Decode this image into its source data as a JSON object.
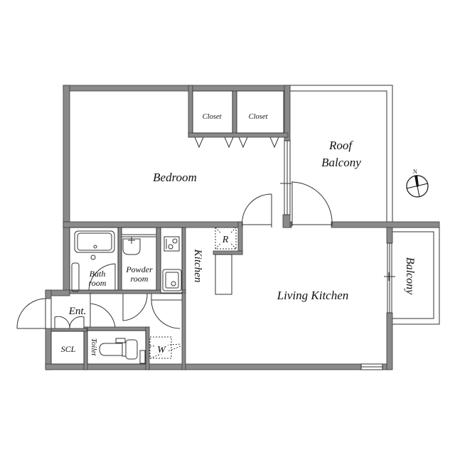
{
  "plan": {
    "colors": {
      "wall": "#8a8a8a",
      "wall_edge": "#3a3a3a",
      "line": "#333333",
      "background": "#ffffff"
    },
    "rooms": {
      "bedroom": "Bedroom",
      "closet_1": "Closet",
      "closet_2": "Closet",
      "roof_balcony_line1": "Roof",
      "roof_balcony_line2": "Balcony",
      "bath_line1": "Bath",
      "bath_line2": "room",
      "powder_line1": "Powder",
      "powder_line2": "room",
      "kitchen": "Kitchen",
      "refrigerator": "R",
      "living_kitchen": "Living Kitchen",
      "balcony": "Balcony",
      "entrance": "Ent.",
      "scl": "SCL",
      "toilet": "Toilet",
      "washer": "W"
    },
    "compass": {
      "north_label": "N",
      "icon": "north-arrow-icon"
    }
  }
}
